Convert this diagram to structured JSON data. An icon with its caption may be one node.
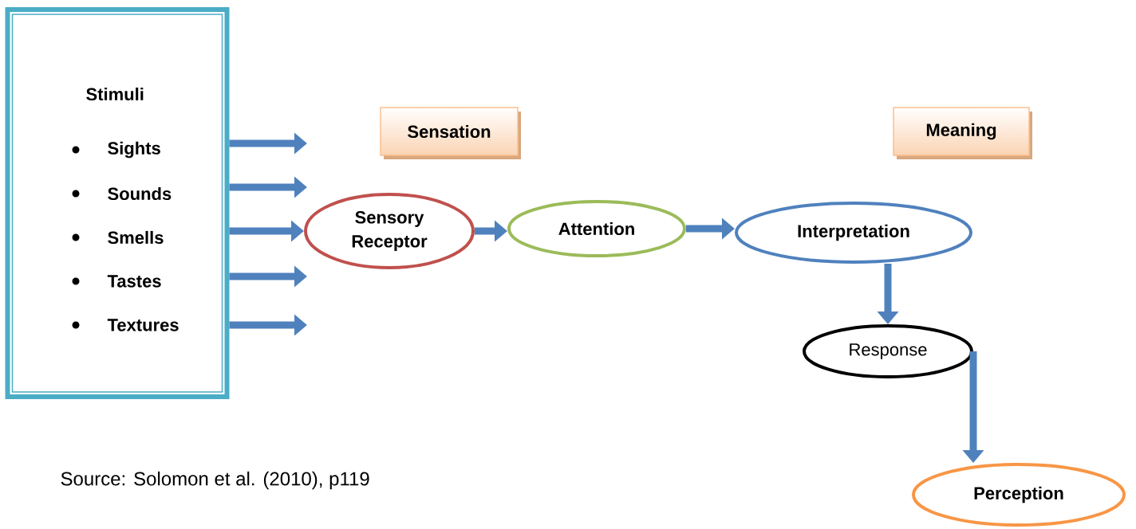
{
  "diagram": {
    "caption": "Source: Solomon et al. (2010), p119",
    "nodes": [
      {
        "text": [
          "Stimuli",
          "Sights",
          "Sounds",
          "Smells",
          "Tastes",
          "Textures"
        ]
      },
      {
        "text": [
          "Sensation"
        ]
      },
      {
        "text": [
          "Meaning"
        ]
      },
      {
        "text": [
          "Sensory Receptor"
        ]
      },
      {
        "text": [
          "Attention"
        ]
      },
      {
        "text": [
          "Interpretation"
        ]
      },
      {
        "text": [
          "Response"
        ]
      },
      {
        "text": [
          "Perception"
        ]
      }
    ],
    "edges": [
      {
        "from": 0,
        "to": null,
        "arrow": "to"
      },
      {
        "from": 0,
        "to": null,
        "arrow": "to"
      },
      {
        "from": 0,
        "to": 3,
        "arrow": "to"
      },
      {
        "from": 0,
        "to": null,
        "arrow": "to"
      },
      {
        "from": 0,
        "to": null,
        "arrow": "to"
      },
      {
        "from": 3,
        "to": 4,
        "arrow": "to"
      },
      {
        "from": 4,
        "to": 5,
        "arrow": "to"
      },
      {
        "from": 5,
        "to": 6,
        "arrow": "to"
      },
      {
        "from": 6,
        "to": 7,
        "arrow": "to"
      }
    ]
  }
}
